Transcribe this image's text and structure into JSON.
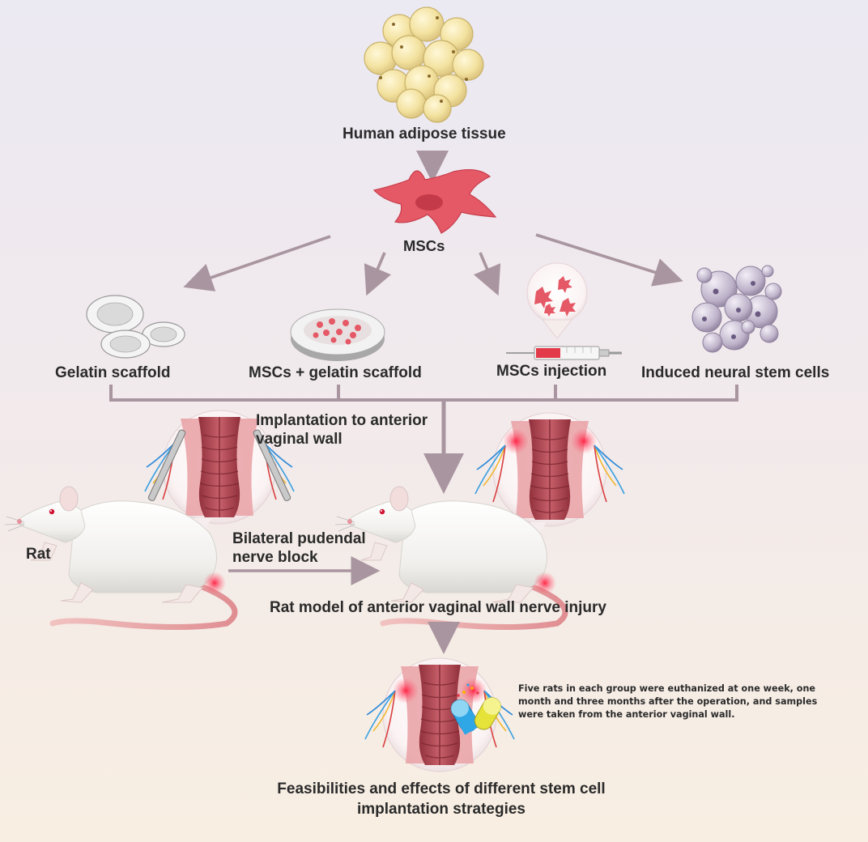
{
  "labels": {
    "adipose": "Human adipose tissue",
    "mscs": "MSCs",
    "gelatin_scaffold": "Gelatin scaffold",
    "mscs_gelatin": "MSCs + gelatin scaffold",
    "mscs_injection": "MSCs injection",
    "neural_stem": "Induced neural stem cells",
    "implantation": [
      "Implantation to anterior",
      "vaginal wall"
    ],
    "rat": "Rat",
    "nerve_block": [
      "Bilateral pudendal",
      "nerve block"
    ],
    "rat_model": "Rat model of anterior vaginal wall nerve injury",
    "feasibility": [
      "Feasibilities and effects of different stem cell",
      "implantation strategies"
    ]
  },
  "note": "Five rats in each group were euthanized at one week, one month and three months after the operation, and samples were taken from the anterior vaginal wall.",
  "colors": {
    "arrow": "#a9959f",
    "fat_cell": "#f0dc97",
    "msc": "#e25562",
    "tissue": "#a8424c",
    "nerve_glow": "#ff3350",
    "rat_body": "#f4f4f2",
    "tail": "#e59a9c"
  },
  "icons": [
    "adipose-cluster-icon",
    "msc-cell-icon",
    "gelatin-scaffold-icon",
    "seeded-scaffold-icon",
    "syringe-icon",
    "neural-sphere-icon",
    "rat-icon",
    "vaginal-section-icon",
    "capsule-icon"
  ]
}
